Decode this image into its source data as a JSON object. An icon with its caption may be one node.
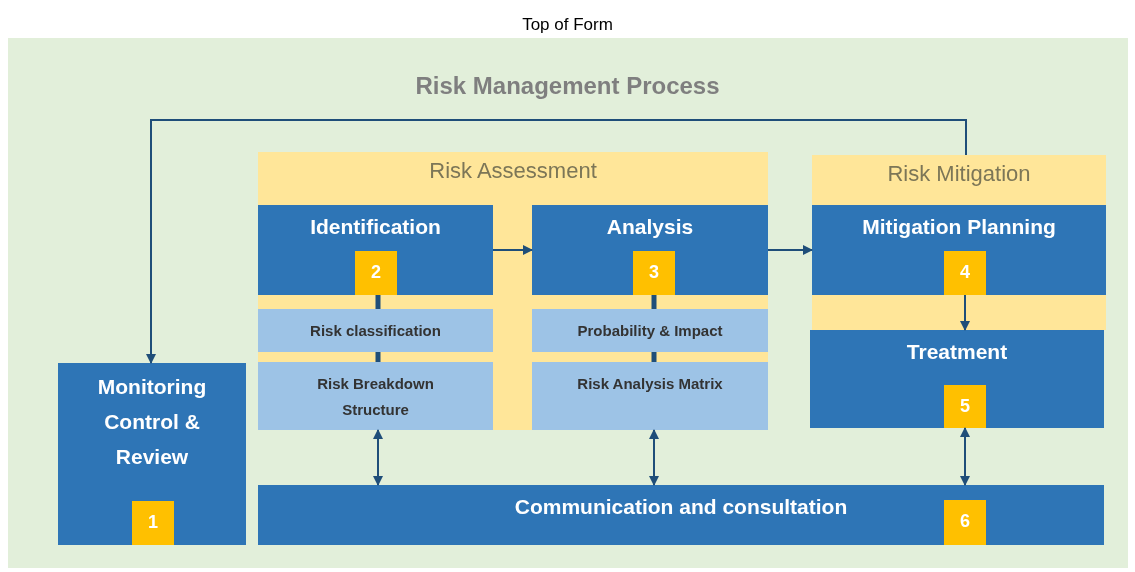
{
  "diagram": {
    "title": "Risk Management Process",
    "nodes": [
      {
        "text": [
          "Risk Assessment"
        ]
      },
      {
        "text": [
          "Identification"
        ],
        "in": 0
      },
      {
        "text": [
          "2"
        ],
        "in": 1
      },
      {
        "text": [
          "Risk classification"
        ],
        "in": 0
      },
      {
        "text": [
          "Risk Breakdown Structure"
        ],
        "in": 0
      },
      {
        "text": [
          "Analysis"
        ],
        "in": 0
      },
      {
        "text": [
          "3"
        ],
        "in": 5
      },
      {
        "text": [
          "Probability & Impact"
        ],
        "in": 0
      },
      {
        "text": [
          "Risk Analysis Matrix"
        ],
        "in": 0
      },
      {
        "text": [
          "Risk Mitigation"
        ]
      },
      {
        "text": [
          "Mitigation Planning"
        ],
        "in": 9
      },
      {
        "text": [
          "4"
        ],
        "in": 10
      },
      {
        "text": [
          "Treatment"
        ]
      },
      {
        "text": [
          "5"
        ],
        "in": 12
      },
      {
        "text": [
          "Monitoring Control & Review"
        ]
      },
      {
        "text": [
          "1"
        ],
        "in": 14
      },
      {
        "text": [
          "Communication and consultation"
        ]
      },
      {
        "text": [
          "6"
        ],
        "in": 16
      }
    ],
    "edges": [
      {
        "from": 1,
        "to": 5,
        "arrow": "to"
      },
      {
        "from": 5,
        "to": 10,
        "arrow": "to"
      },
      {
        "from": 10,
        "to": 12,
        "arrow": "to"
      },
      {
        "from": 9,
        "to": 14,
        "arrow": "to"
      },
      {
        "from": 1,
        "to": 3,
        "arrow": "none",
        "style": "thick"
      },
      {
        "from": 3,
        "to": 4,
        "arrow": "none",
        "style": "thick"
      },
      {
        "from": 5,
        "to": 7,
        "arrow": "none",
        "style": "thick"
      },
      {
        "from": 7,
        "to": 8,
        "arrow": "none",
        "style": "thick"
      },
      {
        "from": 4,
        "to": 16,
        "arrow": "both"
      },
      {
        "from": 8,
        "to": 16,
        "arrow": "both"
      },
      {
        "from": 12,
        "to": 16,
        "arrow": "both"
      }
    ],
    "labels": [
      "Top of Form"
    ]
  }
}
